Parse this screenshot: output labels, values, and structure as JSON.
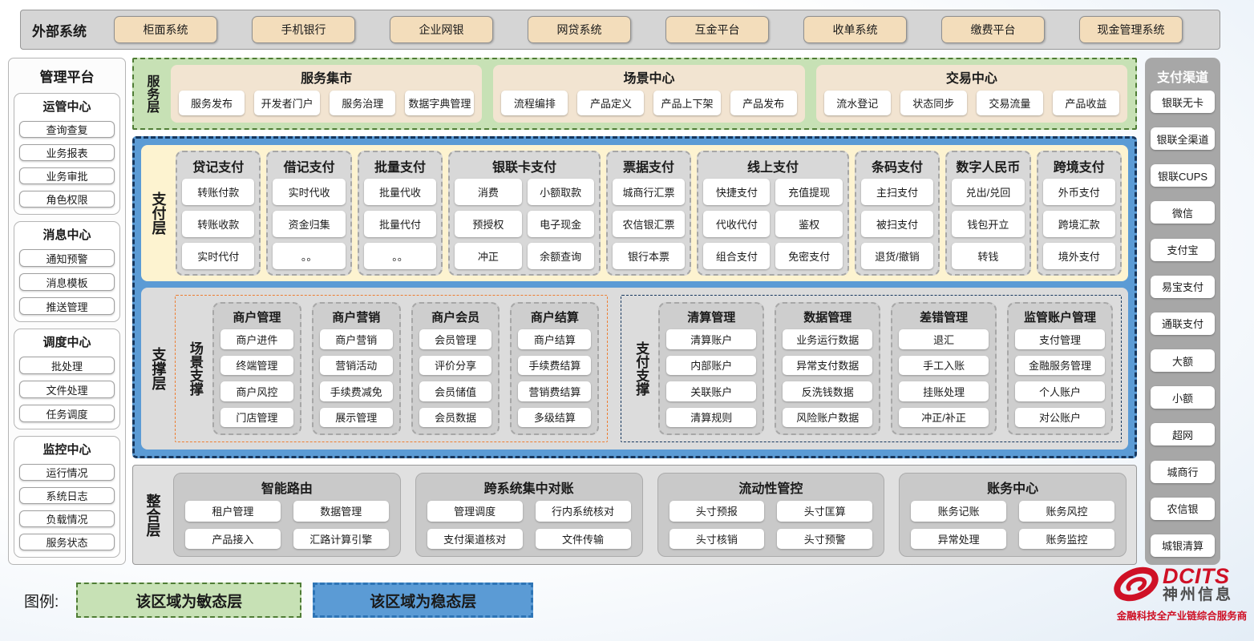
{
  "external_systems": {
    "label": "外部系统",
    "items": [
      "柜面系统",
      "手机银行",
      "企业网银",
      "网贷系统",
      "互金平台",
      "收单系统",
      "缴费平台",
      "现金管理系统"
    ]
  },
  "management_platform": {
    "title": "管理平台",
    "groups": [
      {
        "title": "运管中心",
        "items": [
          "查询查复",
          "业务报表",
          "业务审批",
          "角色权限"
        ]
      },
      {
        "title": "消息中心",
        "items": [
          "通知预警",
          "消息模板",
          "推送管理"
        ]
      },
      {
        "title": "调度中心",
        "items": [
          "批处理",
          "文件处理",
          "任务调度"
        ]
      },
      {
        "title": "监控中心",
        "items": [
          "运行情况",
          "系统日志",
          "负载情况",
          "服务状态"
        ]
      }
    ]
  },
  "service_layer": {
    "label": "服务层",
    "groups": [
      {
        "title": "服务集市",
        "items": [
          "服务发布",
          "开发者门户",
          "服务治理",
          "数据字典管理"
        ]
      },
      {
        "title": "场景中心",
        "items": [
          "流程编排",
          "产品定义",
          "产品上下架",
          "产品发布"
        ]
      },
      {
        "title": "交易中心",
        "items": [
          "流水登记",
          "状态同步",
          "交易流量",
          "产品收益"
        ]
      }
    ]
  },
  "payment_layer": {
    "label": "支付层",
    "columns": [
      {
        "title": "贷记支付",
        "width": "single",
        "items": [
          "转账付款",
          "转账收款",
          "实时代付"
        ]
      },
      {
        "title": "借记支付",
        "width": "single",
        "items": [
          "实时代收",
          "资金归集",
          "。。"
        ]
      },
      {
        "title": "批量支付",
        "width": "single",
        "items": [
          "批量代收",
          "批量代付",
          "。。"
        ]
      },
      {
        "title": "银联卡支付",
        "width": "double",
        "items": [
          "消费",
          "小额取款",
          "预授权",
          "电子现金",
          "冲正",
          "余额查询"
        ]
      },
      {
        "title": "票据支付",
        "width": "single",
        "items": [
          "城商行汇票",
          "农信银汇票",
          "银行本票"
        ]
      },
      {
        "title": "线上支付",
        "width": "double",
        "items": [
          "快捷支付",
          "充值提现",
          "代收代付",
          "鉴权",
          "组合支付",
          "免密支付"
        ]
      },
      {
        "title": "条码支付",
        "width": "single",
        "items": [
          "主扫支付",
          "被扫支付",
          "退货/撤销"
        ]
      },
      {
        "title": "数字人民币",
        "width": "single",
        "items": [
          "兑出/兑回",
          "钱包开立",
          "转钱"
        ]
      },
      {
        "title": "跨境支付",
        "width": "single",
        "items": [
          "外币支付",
          "跨境汇款",
          "境外支付"
        ]
      }
    ]
  },
  "support_layer": {
    "label": "支撑层",
    "sections": [
      {
        "label": "场景支撑",
        "style": "orange",
        "groups": [
          {
            "title": "商户管理",
            "items": [
              "商户进件",
              "终端管理",
              "商户风控",
              "门店管理"
            ]
          },
          {
            "title": "商户营销",
            "items": [
              "商户营销",
              "营销活动",
              "手续费减免",
              "展示管理"
            ]
          },
          {
            "title": "商户会员",
            "items": [
              "会员管理",
              "评价分享",
              "会员储值",
              "会员数据"
            ]
          },
          {
            "title": "商户结算",
            "items": [
              "商户结算",
              "手续费结算",
              "营销费结算",
              "多级结算"
            ]
          }
        ]
      },
      {
        "label": "支付支撑",
        "style": "navy",
        "groups": [
          {
            "title": "清算管理",
            "items": [
              "清算账户",
              "内部账户",
              "关联账户",
              "清算规则"
            ]
          },
          {
            "title": "数据管理",
            "items": [
              "业务运行数据",
              "异常支付数据",
              "反洗钱数据",
              "风险账户数据"
            ]
          },
          {
            "title": "差错管理",
            "items": [
              "退汇",
              "手工入账",
              "挂账处理",
              "冲正/补正"
            ]
          },
          {
            "title": "监管账户管理",
            "items": [
              "支付管理",
              "金融服务管理",
              "个人账户",
              "对公账户"
            ]
          }
        ]
      }
    ]
  },
  "integration_layer": {
    "label": "整合层",
    "groups": [
      {
        "title": "智能路由",
        "items": [
          "租户管理",
          "数据管理",
          "产品接入",
          "汇路计算引擎"
        ]
      },
      {
        "title": "跨系统集中对账",
        "items": [
          "管理调度",
          "行内系统核对",
          "支付渠道核对",
          "文件传输"
        ]
      },
      {
        "title": "流动性管控",
        "items": [
          "头寸预报",
          "头寸匡算",
          "头寸核销",
          "头寸预警"
        ]
      },
      {
        "title": "账务中心",
        "items": [
          "账务记账",
          "账务风控",
          "异常处理",
          "账务监控"
        ]
      }
    ]
  },
  "payment_channels": {
    "title": "支付渠道",
    "items": [
      "银联无卡",
      "银联全渠道",
      "银联CUPS",
      "微信",
      "支付宝",
      "易宝支付",
      "通联支付",
      "大额",
      "小额",
      "超网",
      "城商行",
      "农信银",
      "城银清算"
    ]
  },
  "legend": {
    "label": "图例:",
    "items": [
      {
        "text": "该区域为敏态层",
        "type": "agile"
      },
      {
        "text": "该区域为稳态层",
        "type": "stable"
      }
    ]
  },
  "branding": {
    "logo_text": "DCITS",
    "company": "神州信息",
    "tagline": "金融科技全产业链综合服务商"
  },
  "colors": {
    "agile_green_bg": "#c7e1b5",
    "agile_green_border": "#4f7d35",
    "stable_blue_bg": "#5b9bd5",
    "stable_blue_border": "#16375e",
    "payment_cream": "#fdf3d0",
    "external_button_tan": "#f3ddbb",
    "scene_support_orange": "#ed7d31",
    "brand_red": "#cf1126",
    "panel_gray": "#d8d8d8",
    "channel_gray": "#a7a7a7"
  }
}
